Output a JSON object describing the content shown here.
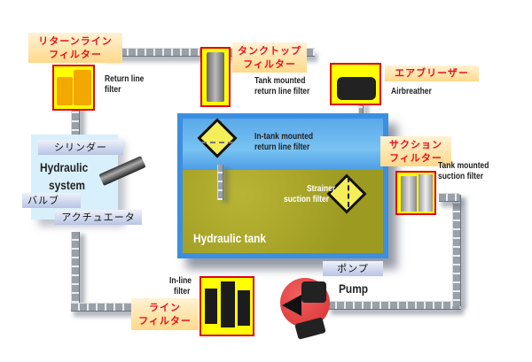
{
  "diagram": {
    "components": {
      "return_line_filter": {
        "jp": "リターンライン\nフィルター",
        "jp_line1": "リターンライン",
        "jp_line2": "フィルター",
        "en_line1": "Return line",
        "en_line2": "filter"
      },
      "tank_top_filter": {
        "jp_line1": "タンクトップ",
        "jp_line2": "フィルター",
        "en_line1": "Tank mounted",
        "en_line2": "return line filter"
      },
      "airbreather": {
        "jp": "エアブリーザー",
        "en": "Airbreather"
      },
      "in_tank_return": {
        "en_line1": "In-tank mounted",
        "en_line2": "return line filter"
      },
      "strainer": {
        "en_line1": "Strainer",
        "en_line2": "suction filter"
      },
      "suction_filter": {
        "jp_line1": "サクション",
        "jp_line2": "フィルター",
        "en_line1": "Tank mounted",
        "en_line2": "suction filter"
      },
      "hydraulic_system": {
        "en_line1": "Hydraulic",
        "en_line2": "system",
        "jp_cylinder": "シリンダー",
        "jp_valve": "バルブ",
        "jp_actuator": "アクチュエータ"
      },
      "hydraulic_tank": {
        "en": "Hydraulic tank"
      },
      "inline_filter": {
        "jp_line1": "ライン",
        "jp_line2": "フィルター",
        "en_line1": "In-line",
        "en_line2": "filter"
      },
      "pump": {
        "jp": "ポンプ",
        "en": "Pump"
      }
    },
    "colors": {
      "label_text_red": "#e8101a",
      "product_bg": "#ffff00",
      "product_border": "#e00010",
      "tank_blue": "#3c8fe0",
      "tank_oil": "#a8a52a",
      "pump_red": "#e84040"
    }
  }
}
